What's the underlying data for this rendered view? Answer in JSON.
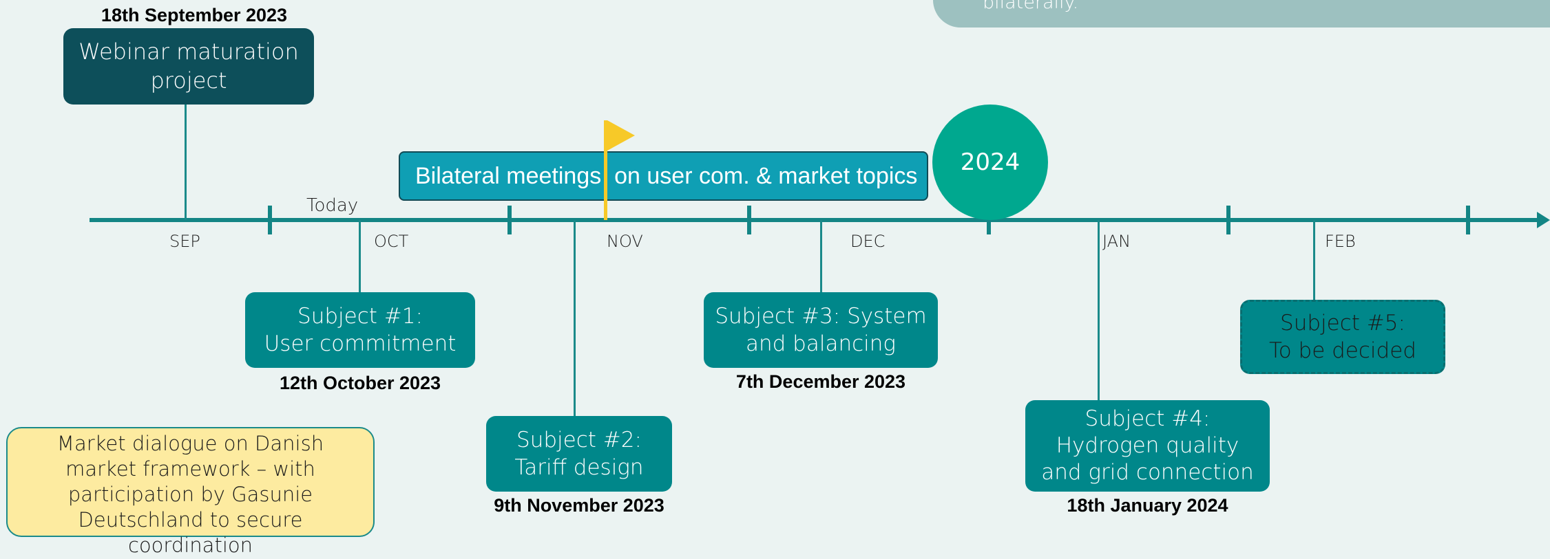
{
  "colors": {
    "background": "#ebf3f2",
    "axis": "#138585",
    "subject_box": "#00878a",
    "webinar_box": "#0d4f5a",
    "bilateral_box": "#0f9fb4",
    "year_circle": "#00a88f",
    "flag": "#f7c928",
    "market_box": "#fdeba0",
    "top_banner": "#9dc1c0"
  },
  "top_banner": {
    "text": "bilaterally."
  },
  "webinar": {
    "date": "18th September 2023",
    "label": "Webinar maturation project"
  },
  "today_label": "Today",
  "bilateral": {
    "label": "Bilateral meetings  on user com. & market topics"
  },
  "year_marker": "2024",
  "months": [
    "SEP",
    "OCT",
    "NOV",
    "DEC",
    "JAN",
    "FEB"
  ],
  "subjects": [
    {
      "line1": "Subject #1:",
      "line2": "User commitment",
      "date": "12th October 2023"
    },
    {
      "line1": "Subject #2:",
      "line2": "Tariff design",
      "date": "9th November 2023"
    },
    {
      "line1": "Subject #3: System",
      "line2": "and balancing",
      "date": "7th December 2023"
    },
    {
      "line1": "Subject #4:",
      "line2": "Hydrogen quality",
      "line3": "and grid connection",
      "date": "18th January 2024"
    },
    {
      "line1": "Subject #5:",
      "line2": "To be decided",
      "status": "to be decided"
    }
  ],
  "market_dialogue": {
    "text": "Market dialogue on Danish market framework – with participation by Gasunie Deutschland to secure coordination"
  }
}
